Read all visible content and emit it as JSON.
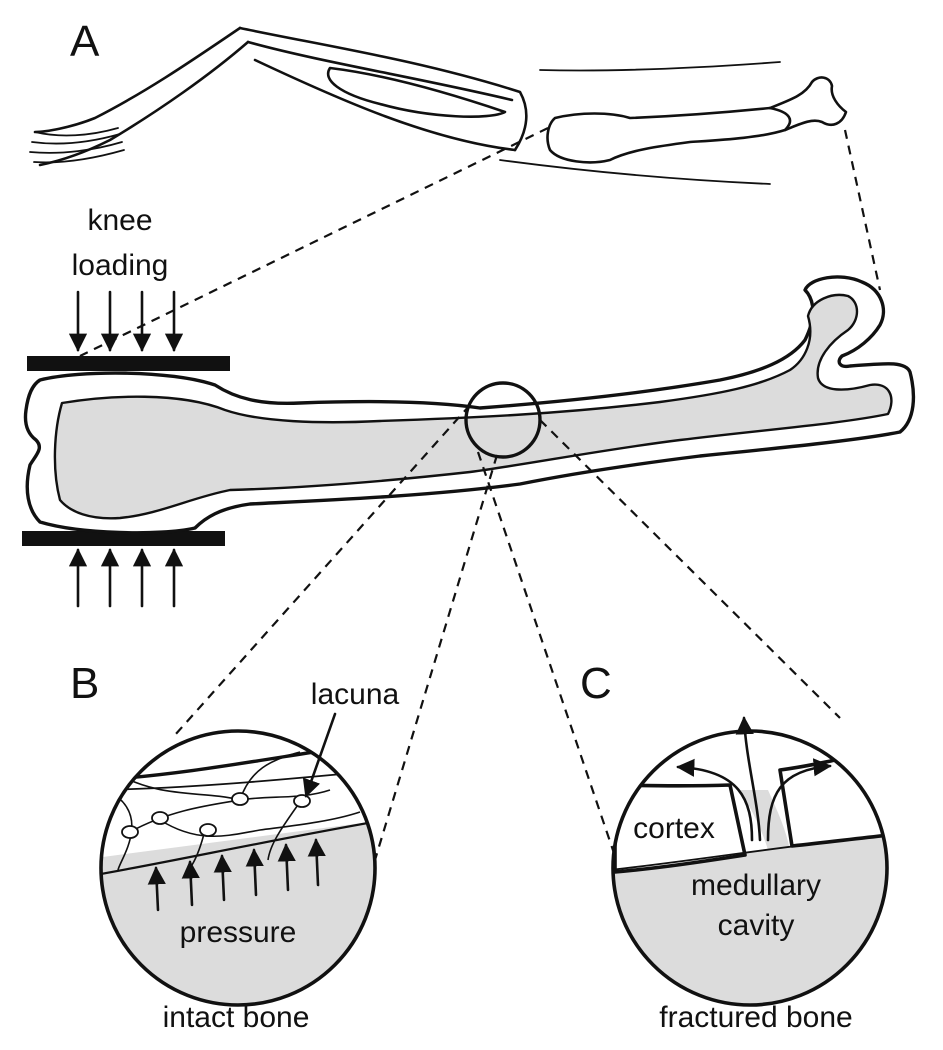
{
  "panels": {
    "a": {
      "letter": "A",
      "load_label_line1": "knee",
      "load_label_line2": "loading"
    },
    "b": {
      "letter": "B",
      "lacuna_label": "lacuna",
      "pressure_label": "pressure",
      "caption": "intact bone"
    },
    "c": {
      "letter": "C",
      "cortex_label": "cortex",
      "cavity_label_line1": "medullary",
      "cavity_label_line2": "cavity",
      "caption": "fractured bone"
    }
  },
  "colors": {
    "ink": "#111111",
    "marrow": "#dcdcdc",
    "background": "#ffffff"
  }
}
